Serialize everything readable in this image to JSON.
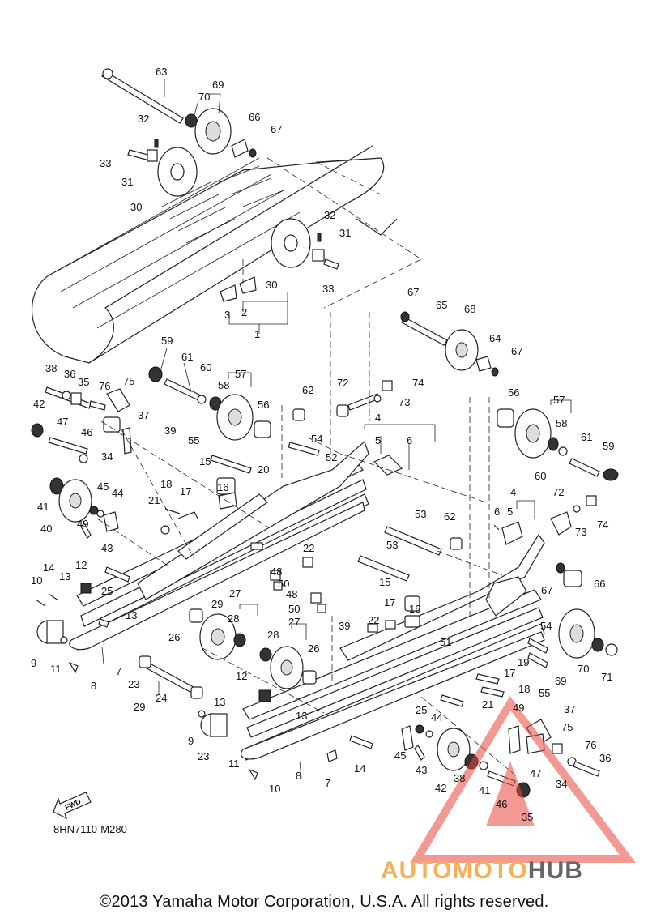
{
  "diagram": {
    "callouts": [
      "63",
      "69",
      "70",
      "32",
      "66",
      "67",
      "33",
      "31",
      "30",
      "32",
      "31",
      "30",
      "33",
      "3",
      "2",
      "1",
      "67",
      "65",
      "68",
      "64",
      "67",
      "59",
      "61",
      "60",
      "58",
      "57",
      "38",
      "36",
      "35",
      "76",
      "75",
      "42",
      "47",
      "46",
      "34",
      "37",
      "39",
      "55",
      "15",
      "16",
      "20",
      "18",
      "17",
      "21",
      "41",
      "45",
      "44",
      "40",
      "49",
      "43",
      "14",
      "12",
      "13",
      "10",
      "25",
      "9",
      "11",
      "8",
      "7",
      "13",
      "29",
      "27",
      "26",
      "28",
      "23",
      "24",
      "22",
      "48",
      "50",
      "48",
      "50",
      "62",
      "56",
      "54",
      "52",
      "4",
      "5",
      "6",
      "72",
      "74",
      "73",
      "56",
      "57",
      "58",
      "61",
      "60",
      "59",
      "4",
      "6",
      "5",
      "72",
      "73",
      "74",
      "66",
      "67",
      "53",
      "62",
      "53",
      "17",
      "15",
      "16",
      "22",
      "39",
      "51",
      "19",
      "17",
      "18",
      "21",
      "54",
      "55",
      "70",
      "71",
      "69",
      "12",
      "13",
      "13",
      "27",
      "28",
      "26",
      "29",
      "23",
      "9",
      "11",
      "10",
      "8",
      "7",
      "14",
      "25",
      "44",
      "45",
      "43",
      "49",
      "37",
      "75",
      "76",
      "36",
      "38",
      "41",
      "46",
      "47",
      "34",
      "35",
      "42",
      "40"
    ],
    "code": "8HN7110-M280",
    "fwd_label": "FWD"
  },
  "footer": {
    "copyright": "©2013 Yamaha Motor Corporation, U.S.A. All rights reserved."
  },
  "watermark": {
    "part1": "AUTOMOTO",
    "part2": "HUB",
    "triangle_color": "#e8473c",
    "text_color_orange": "#f5b15a",
    "text_color_gray": "#666666"
  }
}
